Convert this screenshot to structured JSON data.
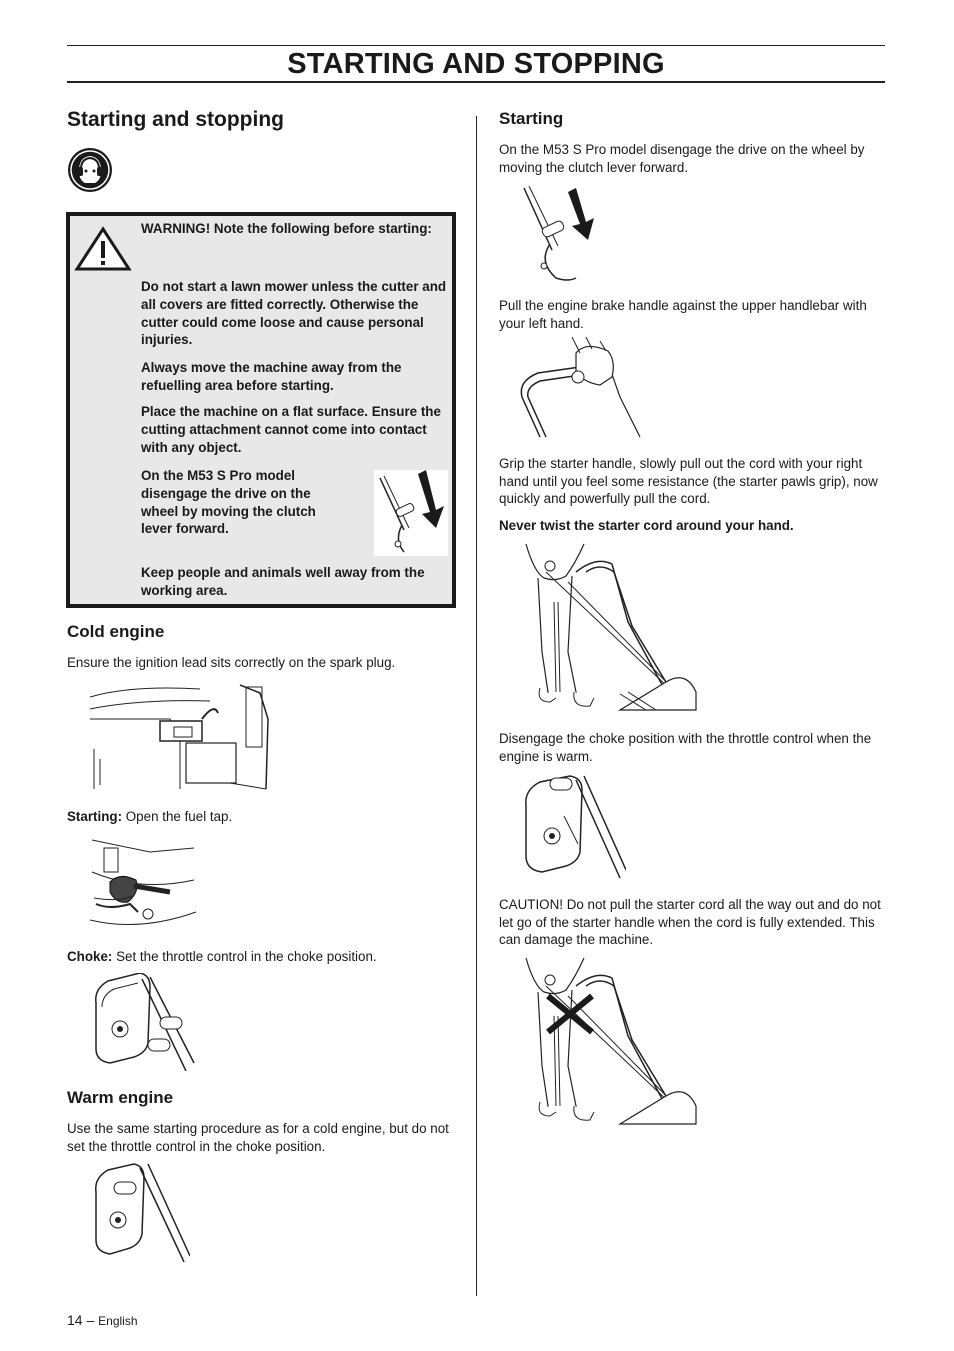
{
  "header": {
    "title": "STARTING AND STOPPING"
  },
  "left": {
    "section_title": "Starting and stopping",
    "ppe_icon": "hearing-protection-icon",
    "warning": {
      "icon": "warning-triangle-icon",
      "heading": "WARNING! Note the following before starting:",
      "p1": "Do not start a lawn mower unless the cutter and all covers are fitted correctly. Otherwise the cutter could come loose and cause personal injuries.",
      "p2": "Always move the machine away from the refuelling area before starting.",
      "p3": "Place the machine on a flat surface. Ensure the cutting attachment cannot come into contact with any object.",
      "p4": "On the M53 S Pro model disengage the drive on the wheel by moving the clutch lever forward.",
      "p5": "Keep people and animals well away from the working area."
    },
    "cold_engine": {
      "title": "Cold engine",
      "text": "Ensure the ignition lead sits correctly on the spark plug.",
      "starting_label": "Starting:",
      "starting_text": " Open the fuel tap.",
      "choke_label": "Choke:",
      "choke_text": " Set the throttle control in the choke position."
    },
    "warm_engine": {
      "title": "Warm engine",
      "text": "Use the same starting procedure as for a cold engine, but do not set the throttle control in the choke position."
    }
  },
  "right": {
    "title": "Starting",
    "p1": "On the M53 S Pro model disengage the drive on the wheel by moving the clutch lever forward.",
    "p2": "Pull the engine brake handle against the upper handlebar with your left hand.",
    "p3": "Grip the starter handle, slowly pull out the cord with your right hand until you feel some resistance (the starter pawls grip), now quickly and powerfully pull the cord.",
    "p4": "Never twist the starter cord around your hand.",
    "p5": "Disengage the choke position with the throttle control when the engine is warm.",
    "p6": "CAUTION! Do not pull the starter cord all the way out and do not let go of the starter handle when the cord is fully extended. This can damage the machine."
  },
  "footer": {
    "page": "14 –",
    "language": "English"
  }
}
